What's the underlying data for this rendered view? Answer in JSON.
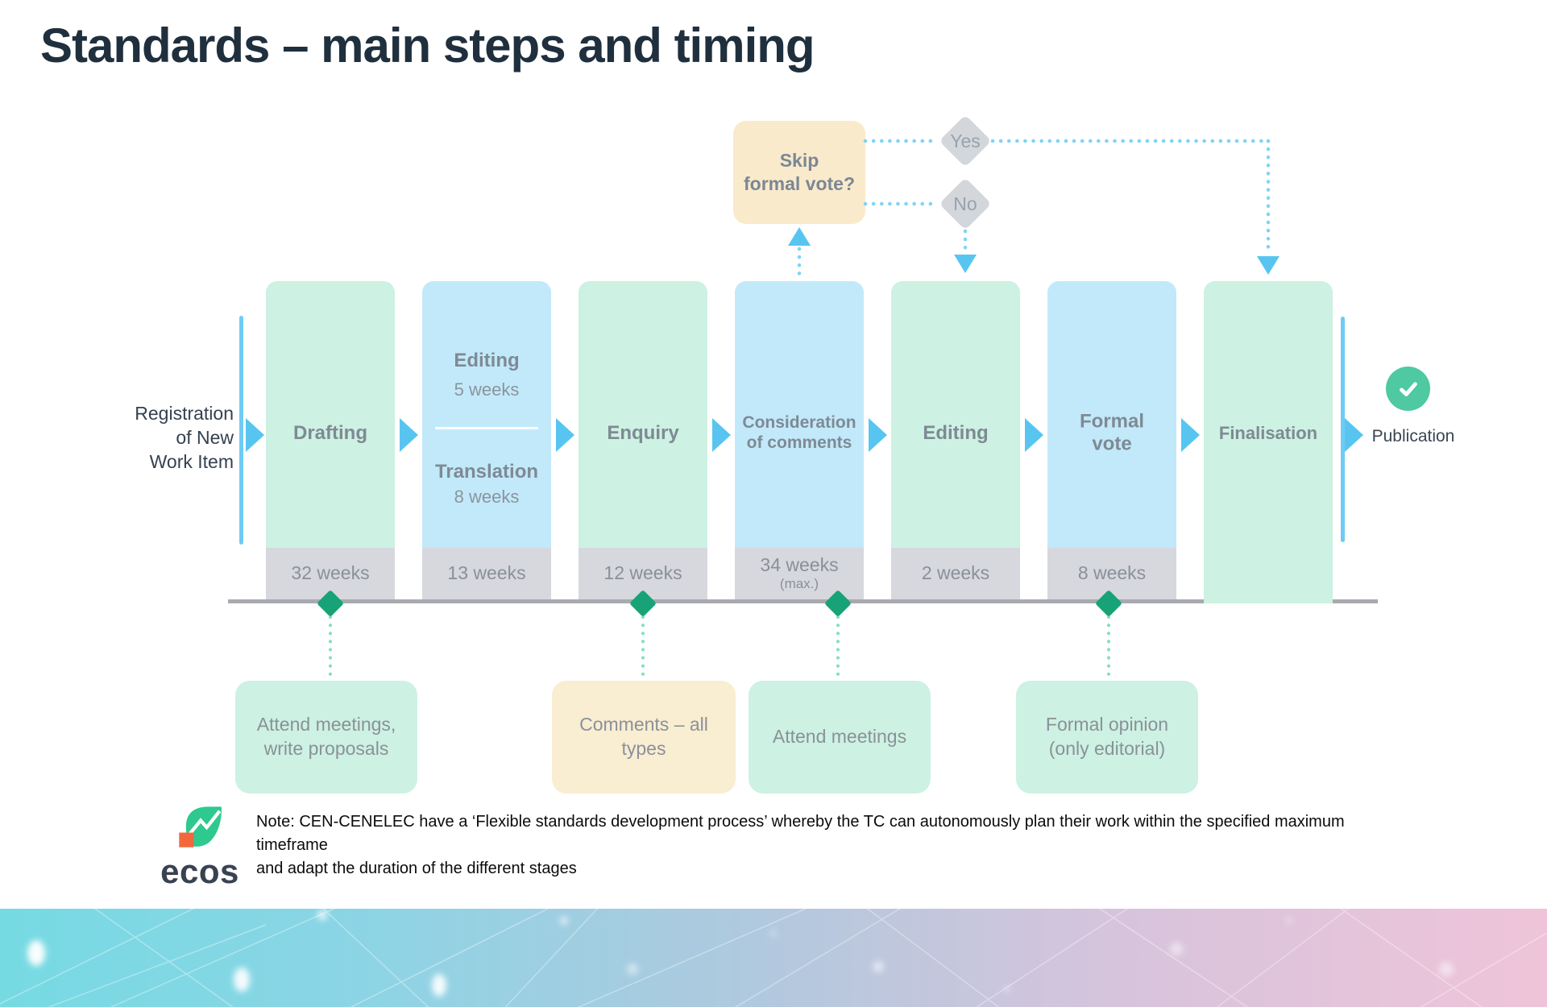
{
  "title": "Standards – main steps and timing",
  "flow": {
    "start_label": "Registration\nof New\nWork Item",
    "stages": [
      {
        "label": "Drafting",
        "duration": "32 weeks",
        "color": "mint"
      },
      {
        "editing_label": "Editing",
        "editing_duration": "5 weeks",
        "translation_label": "Translation",
        "translation_duration": "8 weeks",
        "duration": "13 weeks",
        "color": "blue"
      },
      {
        "label": "Enquiry",
        "duration": "12 weeks",
        "color": "mint"
      },
      {
        "label": "Consideration\nof comments",
        "duration": "34 weeks",
        "duration_note": "(max.)",
        "color": "blue"
      },
      {
        "label": "Editing",
        "duration": "2 weeks",
        "color": "mint"
      },
      {
        "label": "Formal\nvote",
        "duration": "8 weeks",
        "color": "blue"
      },
      {
        "label": "Finalisation",
        "color": "mint"
      }
    ],
    "decision": {
      "label": "Skip\nformal vote?",
      "yes_label": "Yes",
      "no_label": "No"
    },
    "end_label": "Publication"
  },
  "callouts": [
    {
      "text": "Attend meetings,\nwrite proposals",
      "color": "mint"
    },
    {
      "text": "Comments – all\ntypes",
      "color": "cream"
    },
    {
      "text": "Attend meetings",
      "color": "mint"
    },
    {
      "text": "Formal opinion\n(only editorial)",
      "color": "mint"
    }
  ],
  "note": "Note: CEN-CENELEC  have a ‘Flexible standards development process’ whereby the TC can autonomously plan their work within the specified maximum timeframe\nand adapt the duration of the different stages",
  "logo": {
    "wordmark": "ecos"
  },
  "colors": {
    "mint": "#CDF1E2",
    "blue": "#C2E9FA",
    "cream": "#F9EACB",
    "strip_gray": "#D6D8DD",
    "label_gray": "#7E8A94",
    "arrow_blue": "#58C5F1",
    "dotted_blue": "#7FD4F5",
    "milestone_green": "#18A377",
    "dotted_mint": "#82DFC2",
    "diamond_gray": "#D3D7DC",
    "check_green": "#4EC9A1",
    "title_navy": "#1F2F3D",
    "band_left": "#76DAE3",
    "band_right": "#EFC4D9"
  }
}
